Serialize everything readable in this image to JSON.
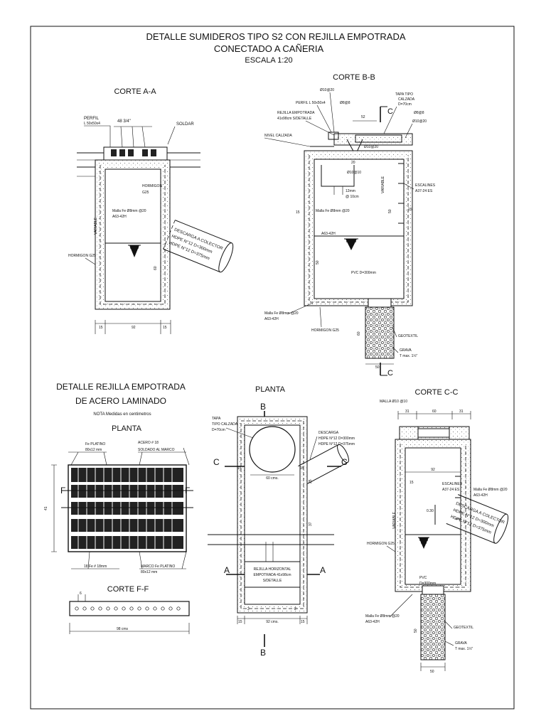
{
  "title": {
    "line1": "DETALLE SUMIDEROS TIPO S2 CON REJILLA EMPOTRADA",
    "line2": "CONECTADO A CAÑERIA",
    "scale": "ESCALA 1:20"
  },
  "corte_aa": {
    "title": "CORTE A-A",
    "perfil": "PERFIL",
    "perfil_size": "L 50x50x4",
    "dim_48": "48 3/4\"",
    "soldar": "SOLDAR",
    "hormigon_g25a": "HORMIGON",
    "hormigon_g25b": "G25",
    "malla": "Malla Fe Ø8mm @20",
    "malla2": "A63-42H",
    "variable": "VARIABLE",
    "hormigon_label": "HORMIGON G25",
    "dim_60": "60",
    "descarga1": "DESCARGA A COLECTOR",
    "descarga2": "HDPE N°12 D=300mm",
    "descarga3": "HDPE N°12 D=375mm",
    "dim_15a": "15",
    "dim_92": "92",
    "dim_15b": "15"
  },
  "corte_bb": {
    "title": "CORTE B-B",
    "l_10": "Ø10@20",
    "perfil": "PERFIL L 50x50x4",
    "l_8": "Ø8@8",
    "rejilla1": "REJILLA EMPOTRADA",
    "rejilla2": "41x98cm S/DETALLE",
    "nivel": "NIVEL CALZADA",
    "tapa1": "TAPA TIPO",
    "tapa2": "CALZADA",
    "tapa3": "D=70cm",
    "l_8b": "Ø8@8",
    "l_10b": "Ø10@20",
    "dim_52": "52",
    "l_10c": "Ø10@20",
    "l_10d": "Ø10@10",
    "dim_20": "20",
    "dim_12": "12mm",
    "dim_10cm": "@ 10cm",
    "escalines1": "ESCALINES",
    "escalines2": "A37-24 ES",
    "variable": "VARIABLE",
    "malla": "Malla Fe Ø8mm @20",
    "a63": "A63-42H",
    "pvc": "PVC D=300mm",
    "malla2": "Malla Fe Ø8mm @20",
    "a63b": "A63-42H",
    "hormigon": "HORMIGON G25",
    "geotextil": "GEOTEXTIL",
    "grava1": "GRAVA",
    "grava2": "T max. 1½\"",
    "dim_50a": "50",
    "dim_50b": "50",
    "dim_60": "60",
    "dim_15": "15",
    "dim_15b": "15",
    "mark_c": "C"
  },
  "rejilla": {
    "title1": "DETALLE REJILLA EMPOTRADA",
    "title2": "DE ACERO LAMINADO",
    "nota": "NOTA   Medidas en centimetros",
    "planta": "PLANTA",
    "platino1": "Fe PLATINO",
    "platino2": "80x12 mm",
    "acero1": "ACERO # 18",
    "acero2": "SOLDADO AL MARCO",
    "dim_41": "41",
    "mark_f": "F",
    "redondo": "18 Fe # 18mm",
    "marco1": "MARCO Fe PLATINO",
    "marco2": "80x12 mm",
    "corte_ff": "CORTE F-F",
    "dim_98": "98 cms",
    "dim_6": "6"
  },
  "planta": {
    "title": "PLANTA",
    "tapa1": "TAPA",
    "tapa2": "TIPO CALZADA",
    "tapa3": "D=70cm",
    "descarga1": "DESCARGA",
    "descarga2": "HDPE N°12 D=300mm",
    "descarga3": "HDPE N°12 D=375mm",
    "dim_60": "60 cms.",
    "mark_b": "B",
    "mark_c": "C",
    "mark_a": "A",
    "rejilla1": "REJILLA HORIZONTAL",
    "rejilla2": "EMPOTRADA 41x98cm",
    "rejilla3": "S/DETALLE",
    "dim_15": "15",
    "dim_92": "92 cms.",
    "dim_37": "37",
    "dim_25": "25",
    "dim_2": "2"
  },
  "corte_cc": {
    "title": "CORTE C-C",
    "malla": "MALLA Ø10 @10",
    "dim_31a": "31",
    "dim_60": "60",
    "dim_31b": "31",
    "dim_92": "92",
    "dim_15": "15",
    "escalines1": "ESCALINES",
    "escalines2": "A37-24 ES",
    "malla2": "Malla Fe Ø8mm @20",
    "a63": "A63-42H",
    "variable": "VARIABLE",
    "hormigon": "HORMIGON G25",
    "descarga1": "DESCARGA A COLECTOR",
    "descarga2": "HDPE N°12 D=300mm",
    "descarga3": "HDPE N°12 D=375mm",
    "pvc1": "PVC",
    "pvc2": "D=300mm",
    "malla3": "Malla Fe Ø8mm @20",
    "a63b": "A63-42H",
    "geotextil": "GEOTEXTIL",
    "grava1": "GRAVA",
    "grava2": "T max. 1½\"",
    "dim_50": "50",
    "dim_50b": "50",
    "dim_030": "0.30"
  }
}
